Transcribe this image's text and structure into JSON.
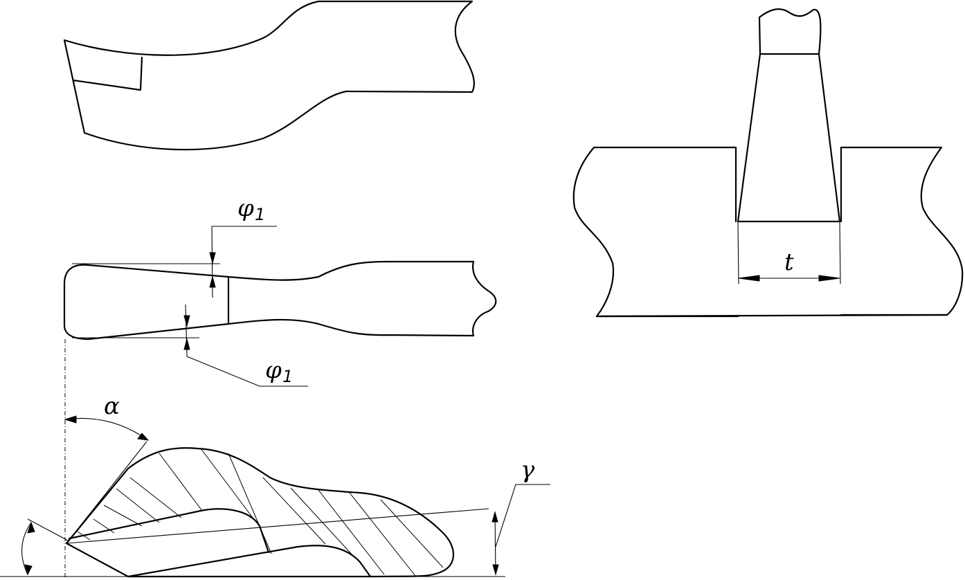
{
  "labels": {
    "phi": "φ",
    "phi_sub": "1",
    "alpha": "α",
    "gamma": "γ",
    "t": "t"
  }
}
